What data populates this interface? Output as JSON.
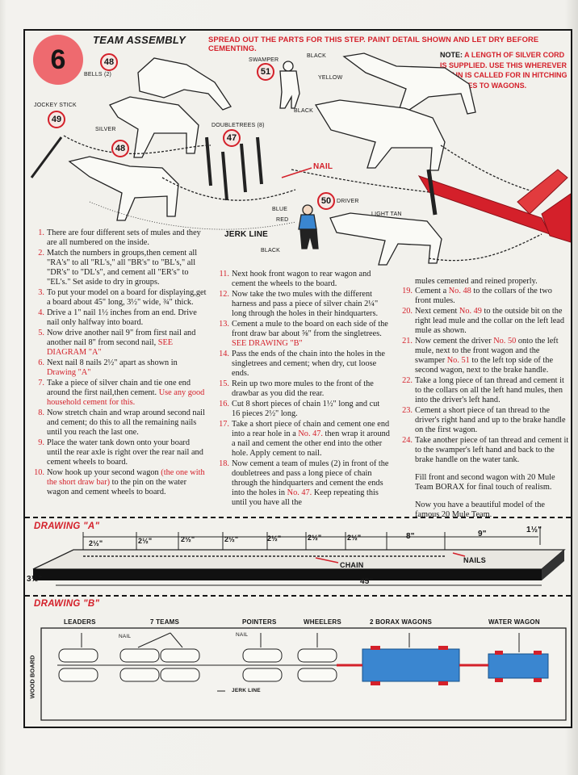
{
  "step": {
    "number": "6",
    "title": "TEAM ASSEMBLY"
  },
  "instruction": "SPREAD OUT THE PARTS FOR THIS STEP. PAINT DETAIL SHOWN AND LET DRY BEFORE CEMENTING.",
  "note": {
    "label": "NOTE:",
    "text": "A LENGTH OF SILVER CORD IS SUPPLIED. USE THIS WHEREVER CHAIN IS CALLED FOR IN HITCHING UP MULES TO WAGONS."
  },
  "illustration": {
    "labels": {
      "bells": "BELLS (2)",
      "swamper": "SWAMPER",
      "black1": "BLACK",
      "yellow": "YELLOW",
      "black2": "BLACK",
      "jockey_stick": "JOCKEY STICK",
      "silver": "SILVER",
      "doubletrees": "DOUBLETREES (8)",
      "nail": "NAIL",
      "driver": "DRIVER",
      "blue": "BLUE",
      "red": "RED",
      "black3": "BLACK",
      "light_tan": "LIGHT TAN",
      "jerk_line": "JERK LINE"
    },
    "parts": {
      "p48a": "48",
      "p51": "51",
      "p49": "49",
      "p48b": "48",
      "p47": "47",
      "p50": "50"
    }
  },
  "steps_col1": [
    {
      "n": "1.",
      "t": "There are four different sets of mules and they are all numbered on the inside."
    },
    {
      "n": "2.",
      "t": "Match the numbers in groups,then cement all \"RA's\" to all \"RL's,\" all \"BR's\" to \"BL's,\" all \"DR's\" to \"DL's\", and cement all \"ER's\" to \"EL's.\" Set aside to dry in groups."
    },
    {
      "n": "3.",
      "t": "To put your model on a board for displaying,get a board about 45\" long, 3½\" wide, ¾\" thick."
    },
    {
      "n": "4.",
      "t": "Drive a 1\" nail 1½ inches from an end. Drive nail only halfway into board."
    },
    {
      "n": "5.",
      "t": "Now drive another nail 9\" from first nail and another nail 8\" from second nail,",
      "r": "SEE DIAGRAM \"A\""
    },
    {
      "n": "6.",
      "t": "Next nail 8 nails 2½\" apart as shown in",
      "r": "Drawing \"A\""
    },
    {
      "n": "7.",
      "t": "Take a piece of silver chain and tie one end around the first nail,then cement.",
      "r": "Use any good household cement for this."
    },
    {
      "n": "8.",
      "t": "Now stretch chain and wrap around second nail and cement; do this to all the remaining nails until you reach the last one."
    },
    {
      "n": "9.",
      "t": "Place the water tank down onto your board until the rear axle is right over the rear nail and cement wheels to board."
    },
    {
      "n": "10.",
      "t": "Now hook up your second wagon",
      "r": "(the one with the short draw bar)",
      "t2": "to the pin on the water wagon and cement wheels to board."
    }
  ],
  "steps_col2": [
    {
      "n": "11.",
      "t": "Next hook front wagon to rear wagon and cement the wheels to the board."
    },
    {
      "n": "12.",
      "t": "Now take the two mules with the different harness and pass a piece of silver chain 2¼\" long through the holes in their hindquarters."
    },
    {
      "n": "13.",
      "t": "Cement a mule to the board on each side of the front draw bar about ⅝\" from the singletrees.",
      "r": "SEE DRAWING \"B\""
    },
    {
      "n": "14.",
      "t": "Pass the ends of the chain into the holes in the singletrees and cement; when dry, cut loose ends."
    },
    {
      "n": "15.",
      "t": "Rein up two more mules to the front of the drawbar as you did the rear."
    },
    {
      "n": "16.",
      "t": "Cut 8 short pieces of chain 1½\" long and cut 16 pieces 2½\" long."
    },
    {
      "n": "17.",
      "t": "Take a short piece of chain and cement one end into a rear hole in a",
      "r": "No. 47.",
      "t2": "then wrap it around a nail and cement the other end into the other hole. Apply cement to nail."
    },
    {
      "n": "18.",
      "t": "Now cement a team of mules (2) in front of the doubletrees and pass a long piece of chain through the hindquarters and cement the ends into the holes in",
      "r": "No. 47.",
      "t2": "Keep repeating this until you have all the"
    }
  ],
  "col3_lead": "mules cemented and reined properly.",
  "steps_col3": [
    {
      "n": "19.",
      "t": "Cement a",
      "r": "No. 48",
      "t2": "to the collars of the two front mules."
    },
    {
      "n": "20.",
      "t": "Next cement",
      "r": "No. 49",
      "t2": "to the outside bit on the right lead mule and the collar on the left lead mule as shown."
    },
    {
      "n": "21.",
      "t": "Now cement the driver",
      "r": "No. 50",
      "t2": "onto the left mule, next to the front wagon and the swamper",
      "r2": "No. 51",
      "t3": "to the left top side of the second wagon, next to the brake handle."
    },
    {
      "n": "22.",
      "t": "Take a long piece of tan thread and cement it to the collars on all the left hand mules, then into the driver's left hand."
    },
    {
      "n": "23.",
      "t": "Cement a short piece of tan thread to the driver's right hand and up to the brake handle on the first wagon."
    },
    {
      "n": "24.",
      "t": "Take another piece of tan thread and cement it to the swamper's left hand and back to the brake handle on the water tank."
    }
  ],
  "closing1": "Fill front and second wagon with 20 Mule Team BORAX for final touch of realism.",
  "closing2": "Now you have a beautiful model of the famous 20 Mule Team.",
  "drawing_a": {
    "title": "DRAWING \"A\"",
    "spacings": [
      "2½\"",
      "2½\"",
      "2½\"",
      "2½\"",
      "2½\"",
      "2½\"",
      "2½\"",
      "8\"",
      "9\"",
      "1½\""
    ],
    "nails": "NAILS",
    "chain": "CHAIN",
    "width": "3½\"",
    "length": "45\""
  },
  "drawing_b": {
    "title": "DRAWING \"B\"",
    "leaders": "LEADERS",
    "teams": "7 TEAMS",
    "pointers": "POINTERS",
    "wheelers": "WHEELERS",
    "borax_wagons": "2 BORAX WAGONS",
    "water_wagon": "WATER WAGON",
    "nail1": "NAIL",
    "nail2": "NAIL",
    "jerk_line": "JERK LINE",
    "wood_board": "WOOD BOARD"
  },
  "colors": {
    "accent": "#d4202a",
    "step_circle": "#ee6a6f",
    "wagon_blue": "#3a86d0"
  }
}
